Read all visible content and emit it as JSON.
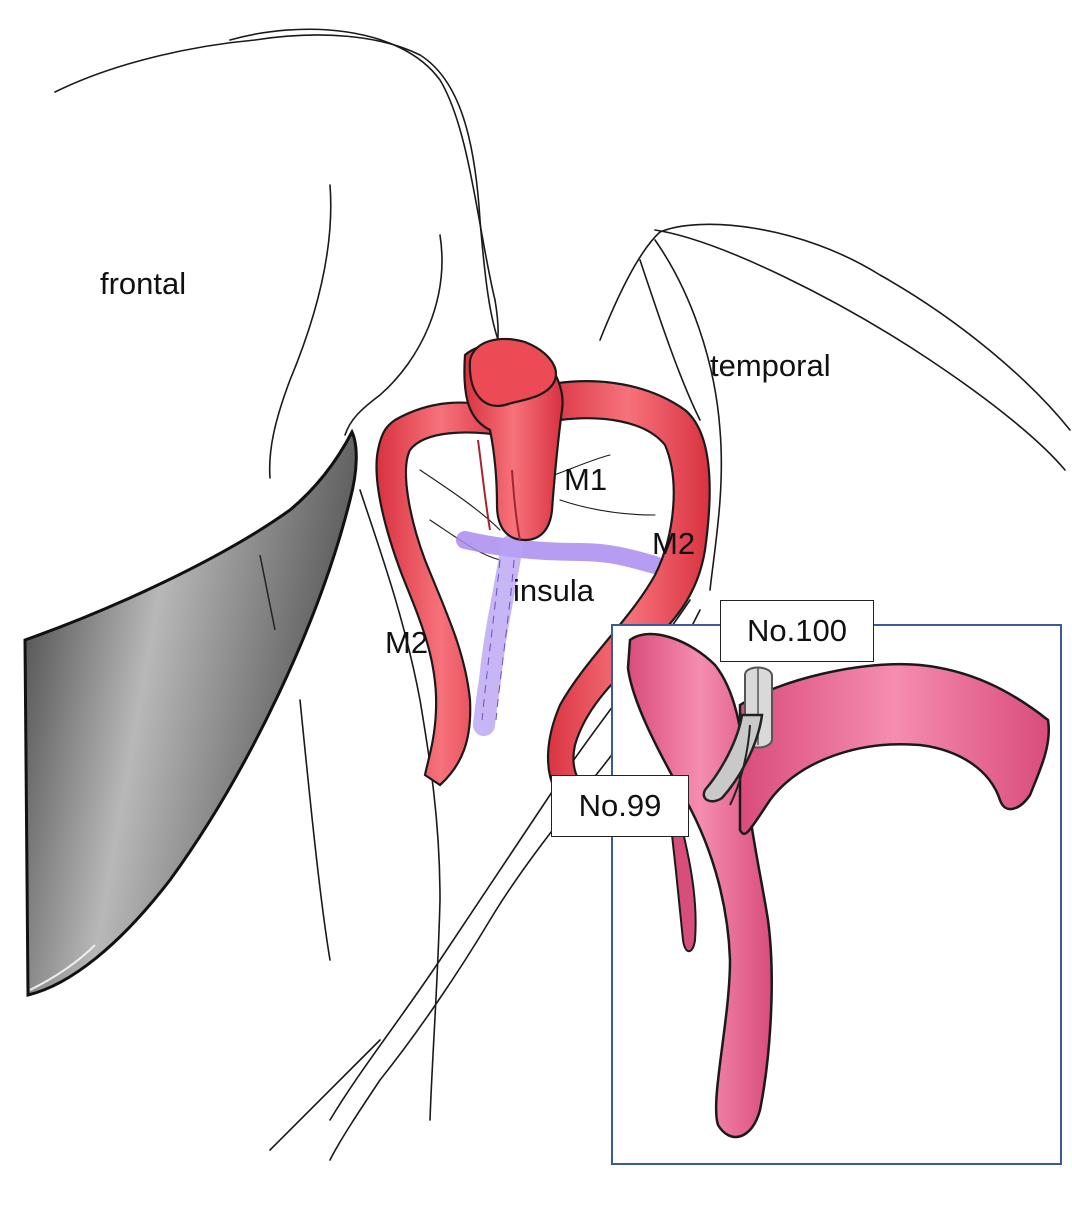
{
  "labels": {
    "frontal": "frontal",
    "temporal": "temporal",
    "m1": "M1",
    "m2_right": "M2",
    "m2_left": "M2",
    "insula": "insula",
    "clip_no100": "No.100",
    "clip_no99": "No.99"
  },
  "colors": {
    "artery": "#ec4a55",
    "artery_shade": "#c8303c",
    "inset_artery": "#e65f8c",
    "vein": "#a98cf0",
    "retractor_dark": "#4a4a4a",
    "retractor_light": "#bdbdbd",
    "inset_border": "#3b5a99",
    "clip": "#c9c9c9"
  }
}
